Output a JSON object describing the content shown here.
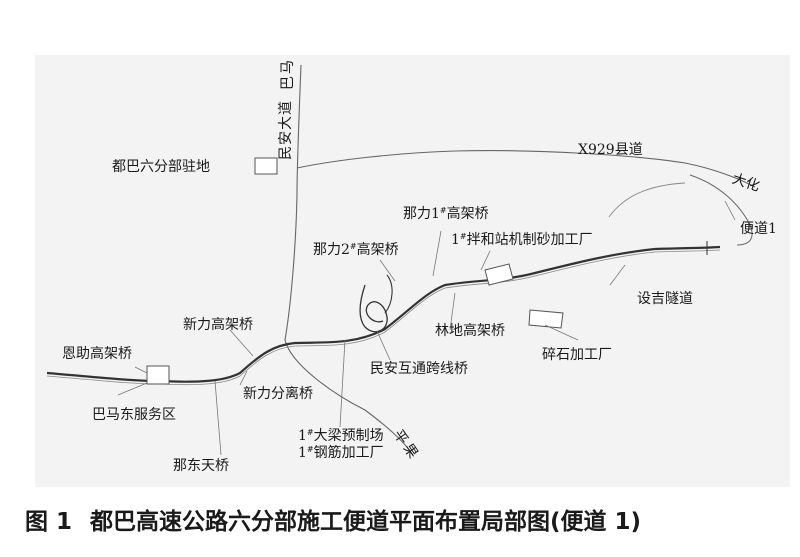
{
  "map": {
    "labels": {
      "minan_road": "民安大道",
      "bama_north": "巴马",
      "dubaliu_camp": "都巴六分部驻地",
      "x929": "X929县道",
      "dahua": "大化",
      "biandao1": "便道1",
      "nali1_pre": "那力1",
      "nali1_post": "高架桥",
      "banhe_pre": "1",
      "banhe_post": "拌和站机制砂加工厂",
      "nali2_pre": "那力2",
      "nali2_post": "高架桥",
      "shejie_tunnel": "设吉隧道",
      "xinli_viaduct": "新力高架桥",
      "lindi_viaduct": "林地高架桥",
      "enzhu_viaduct": "恩助高架桥",
      "minan_interchange": "民安互通跨线桥",
      "suishi_plant": "碎石加工厂",
      "xinli_sep": "新力分离桥",
      "bama_east": "巴马东服务区",
      "liang1_pre": "1",
      "liang1_post": "大梁预制场",
      "gangjin1_pre": "1",
      "gangjin1_post": "钢筋加工厂",
      "pingguo": "平果",
      "nadong": "那东天桥",
      "sup_mark": "#"
    }
  },
  "caption": {
    "figure_no": "图 1",
    "title": "都巴高速公路六分部施工便道平面布置局部图(便道 1)"
  }
}
